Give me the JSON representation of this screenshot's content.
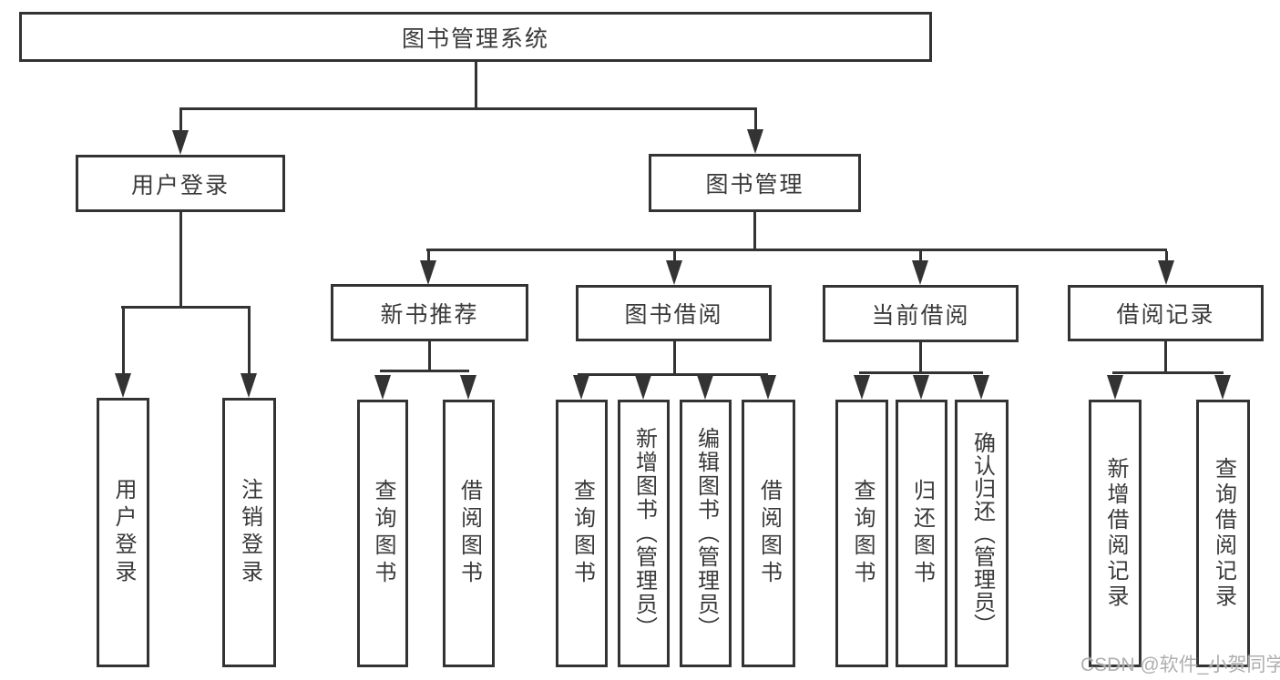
{
  "nodes": {
    "root": "图书管理系统",
    "user_login": "用户登录",
    "book_mgmt": "图书管理",
    "new_book_rec": "新书推荐",
    "book_borrow": "图书借阅",
    "current_borrow": "当前借阅",
    "borrow_records": "借阅记录",
    "leaf_login": "用户登录",
    "leaf_logout": "注销登录",
    "rec_query": "查询图书",
    "rec_borrow": "借阅图书",
    "bb_query": "查询图书",
    "bb_add": "新增图书（管理员）",
    "bb_edit": "编辑图书（管理员）",
    "bb_borrow": "借阅图书",
    "cb_query": "查询图书",
    "cb_return": "归还图书",
    "cb_confirm": "确认归还（管理员）",
    "br_add": "新增借阅记录",
    "br_query": "查询借阅记录"
  },
  "structure": {
    "图书管理系统": {
      "用户登录": [
        "用户登录",
        "注销登录"
      ],
      "图书管理": {
        "新书推荐": [
          "查询图书",
          "借阅图书"
        ],
        "图书借阅": [
          "查询图书",
          "新增图书（管理员）",
          "编辑图书（管理员）",
          "借阅图书"
        ],
        "当前借阅": [
          "查询图书",
          "归还图书",
          "确认归还（管理员）"
        ],
        "借阅记录": [
          "新增借阅记录",
          "查询借阅记录"
        ]
      }
    }
  },
  "watermark": "CSDN @软件_小贺同学",
  "colors": {
    "line": "#333333",
    "box_border": "#333333",
    "box_fill": "#ffffff",
    "text": "#3a3a3a",
    "watermark": "#a8a8a8"
  }
}
